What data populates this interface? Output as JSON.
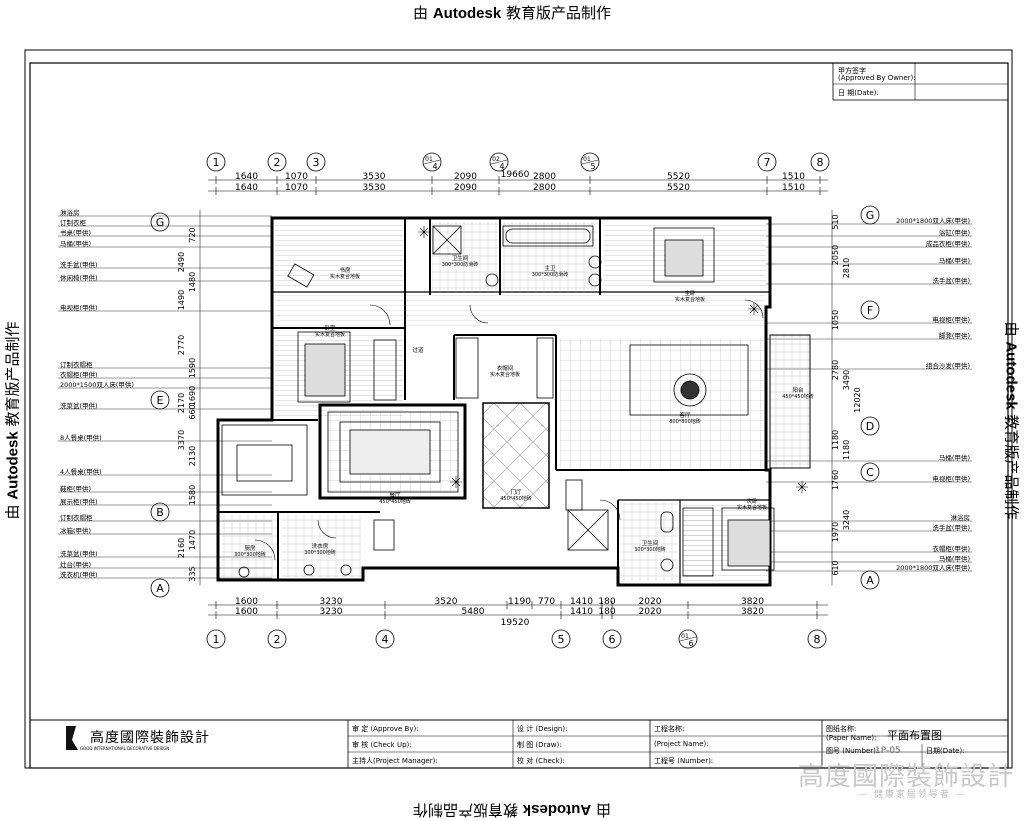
{
  "watermark": {
    "prefix": "由",
    "brand": "Autodesk",
    "suffix": "教育版产品制作"
  },
  "company": {
    "name": "高度國際裝飾設計",
    "name_en": "GOOD INTERNATIONAL DECORATIVE DESIGN"
  },
  "brand_overlay": {
    "name": "高度國際裝飾設計",
    "slogan": "— 健康家居领导者 —"
  },
  "approval": {
    "label": "甲方签字",
    "label_en": "(Approved By Owner):",
    "date": "日 期(Date):"
  },
  "title_block": {
    "approve": "审 定 (Approve By):",
    "check": "审 核 (Check Up):",
    "manager": "主持人(Project Manager):",
    "design": "设 计 (Design):",
    "draw": "制 图 (Draw):",
    "proof": "校 对 (Check):",
    "project_name": "工程名称:",
    "project_name_en": "(Project Name):",
    "project_no": "工程号 (Number):",
    "paper_name": "图纸名称:",
    "paper_name_en": "(Paper Name):",
    "paper_no": "图号 (Number):",
    "date": "日期(Date):",
    "sheet_title": "平面布置图",
    "sheet_no": "1P-05"
  },
  "top_axes": [
    "1",
    "2",
    "3",
    "01/4",
    "02/4",
    "01/5",
    "7",
    "8"
  ],
  "bottom_axes": [
    "1",
    "2",
    "4",
    "5",
    "6",
    "01/6",
    "8"
  ],
  "left_axes": [
    "G",
    "E",
    "B",
    "A"
  ],
  "right_axes": [
    "G",
    "F",
    "D",
    "C",
    "A"
  ],
  "top_dims_row1": [
    "1640",
    "1070",
    "3530",
    "2090",
    "2800",
    "5520",
    "1510"
  ],
  "top_dims_row2": [
    "1640",
    "1070",
    "3530",
    "2090",
    "2800",
    "5520",
    "1510"
  ],
  "top_total": "19660",
  "bottom_dims_row1": [
    "1600",
    "3230",
    "3520",
    "1190",
    "770",
    "1410",
    "180",
    "2020",
    "3820"
  ],
  "bottom_dims_row2": [
    "1600",
    "3230",
    "5480",
    "1410",
    "180",
    "2020",
    "3820"
  ],
  "bottom_total": "19520",
  "left_labels": [
    "淋浴房",
    "订制衣柜",
    "书桌(甲供)",
    "马桶(甲供)",
    "洗手盆(甲供)",
    "休闲椅(甲供)",
    "电视柜(甲供)",
    "订制衣帽柜",
    "衣帽柜(甲供)",
    "2000*1500双人床(甲供)",
    "洗菜盆(甲供)",
    "8人餐桌(甲供)",
    "4人餐桌(甲供)",
    "鞋柜(甲供)",
    "展示柜(甲供)",
    "订制衣帽柜",
    "冰箱(甲供)",
    "洗菜盆(甲供)",
    "灶台(甲供)",
    "洗衣机(甲供)"
  ],
  "right_labels": [
    "2000*1800双人床(甲供)",
    "浴缸(甲供)",
    "成品衣柜(甲供)",
    "马桶(甲供)",
    "洗手盆(甲供)",
    "电视柜(甲供)",
    "脚凳(甲供)",
    "组合沙发(甲供)",
    "马桶(甲供)",
    "电视柜(甲供)",
    "淋浴房",
    "洗手盆(甲供)",
    "衣帽柜(甲供)",
    "马桶(甲供)",
    "2000*1800双人床(甲供)"
  ],
  "right_dims": [
    "510",
    "2050",
    "1050",
    "2780",
    "1180",
    "1760",
    "1970",
    "610"
  ],
  "right_dims2": [
    "2810",
    "3490",
    "12020",
    "1180",
    "3240"
  ],
  "left_dims": [
    "720",
    "2490",
    "1480",
    "1490",
    "2770",
    "1590",
    "1690",
    "2170",
    "660",
    "3370",
    "2130",
    "1580",
    "2160",
    "1470",
    "335"
  ],
  "rooms": [
    {
      "name": "书房",
      "note": "实木复合地板"
    },
    {
      "name": "卧室",
      "note": "实木复合地板"
    },
    {
      "name": "卫生间",
      "note": "300*300防滑砖"
    },
    {
      "name": "主卫",
      "note": "300*300防滑砖"
    },
    {
      "name": "主卧",
      "note": "实木复合地板"
    },
    {
      "name": "衣帽间",
      "note": "实木复合地板"
    },
    {
      "name": "过道",
      "note": ""
    },
    {
      "name": "客厅",
      "note": "800*800地砖"
    },
    {
      "name": "阳台",
      "note": "450*450地砖"
    },
    {
      "name": "餐厅",
      "note": "450*450地砖"
    },
    {
      "name": "门厅",
      "note": "450*450地砖"
    },
    {
      "name": "厨房",
      "note": "300*300地砖"
    },
    {
      "name": "洗衣房",
      "note": "300*300地砖"
    },
    {
      "name": "次卧",
      "note": "实木复合地板"
    },
    {
      "name": "卫生间",
      "note": "300*300地砖"
    }
  ]
}
